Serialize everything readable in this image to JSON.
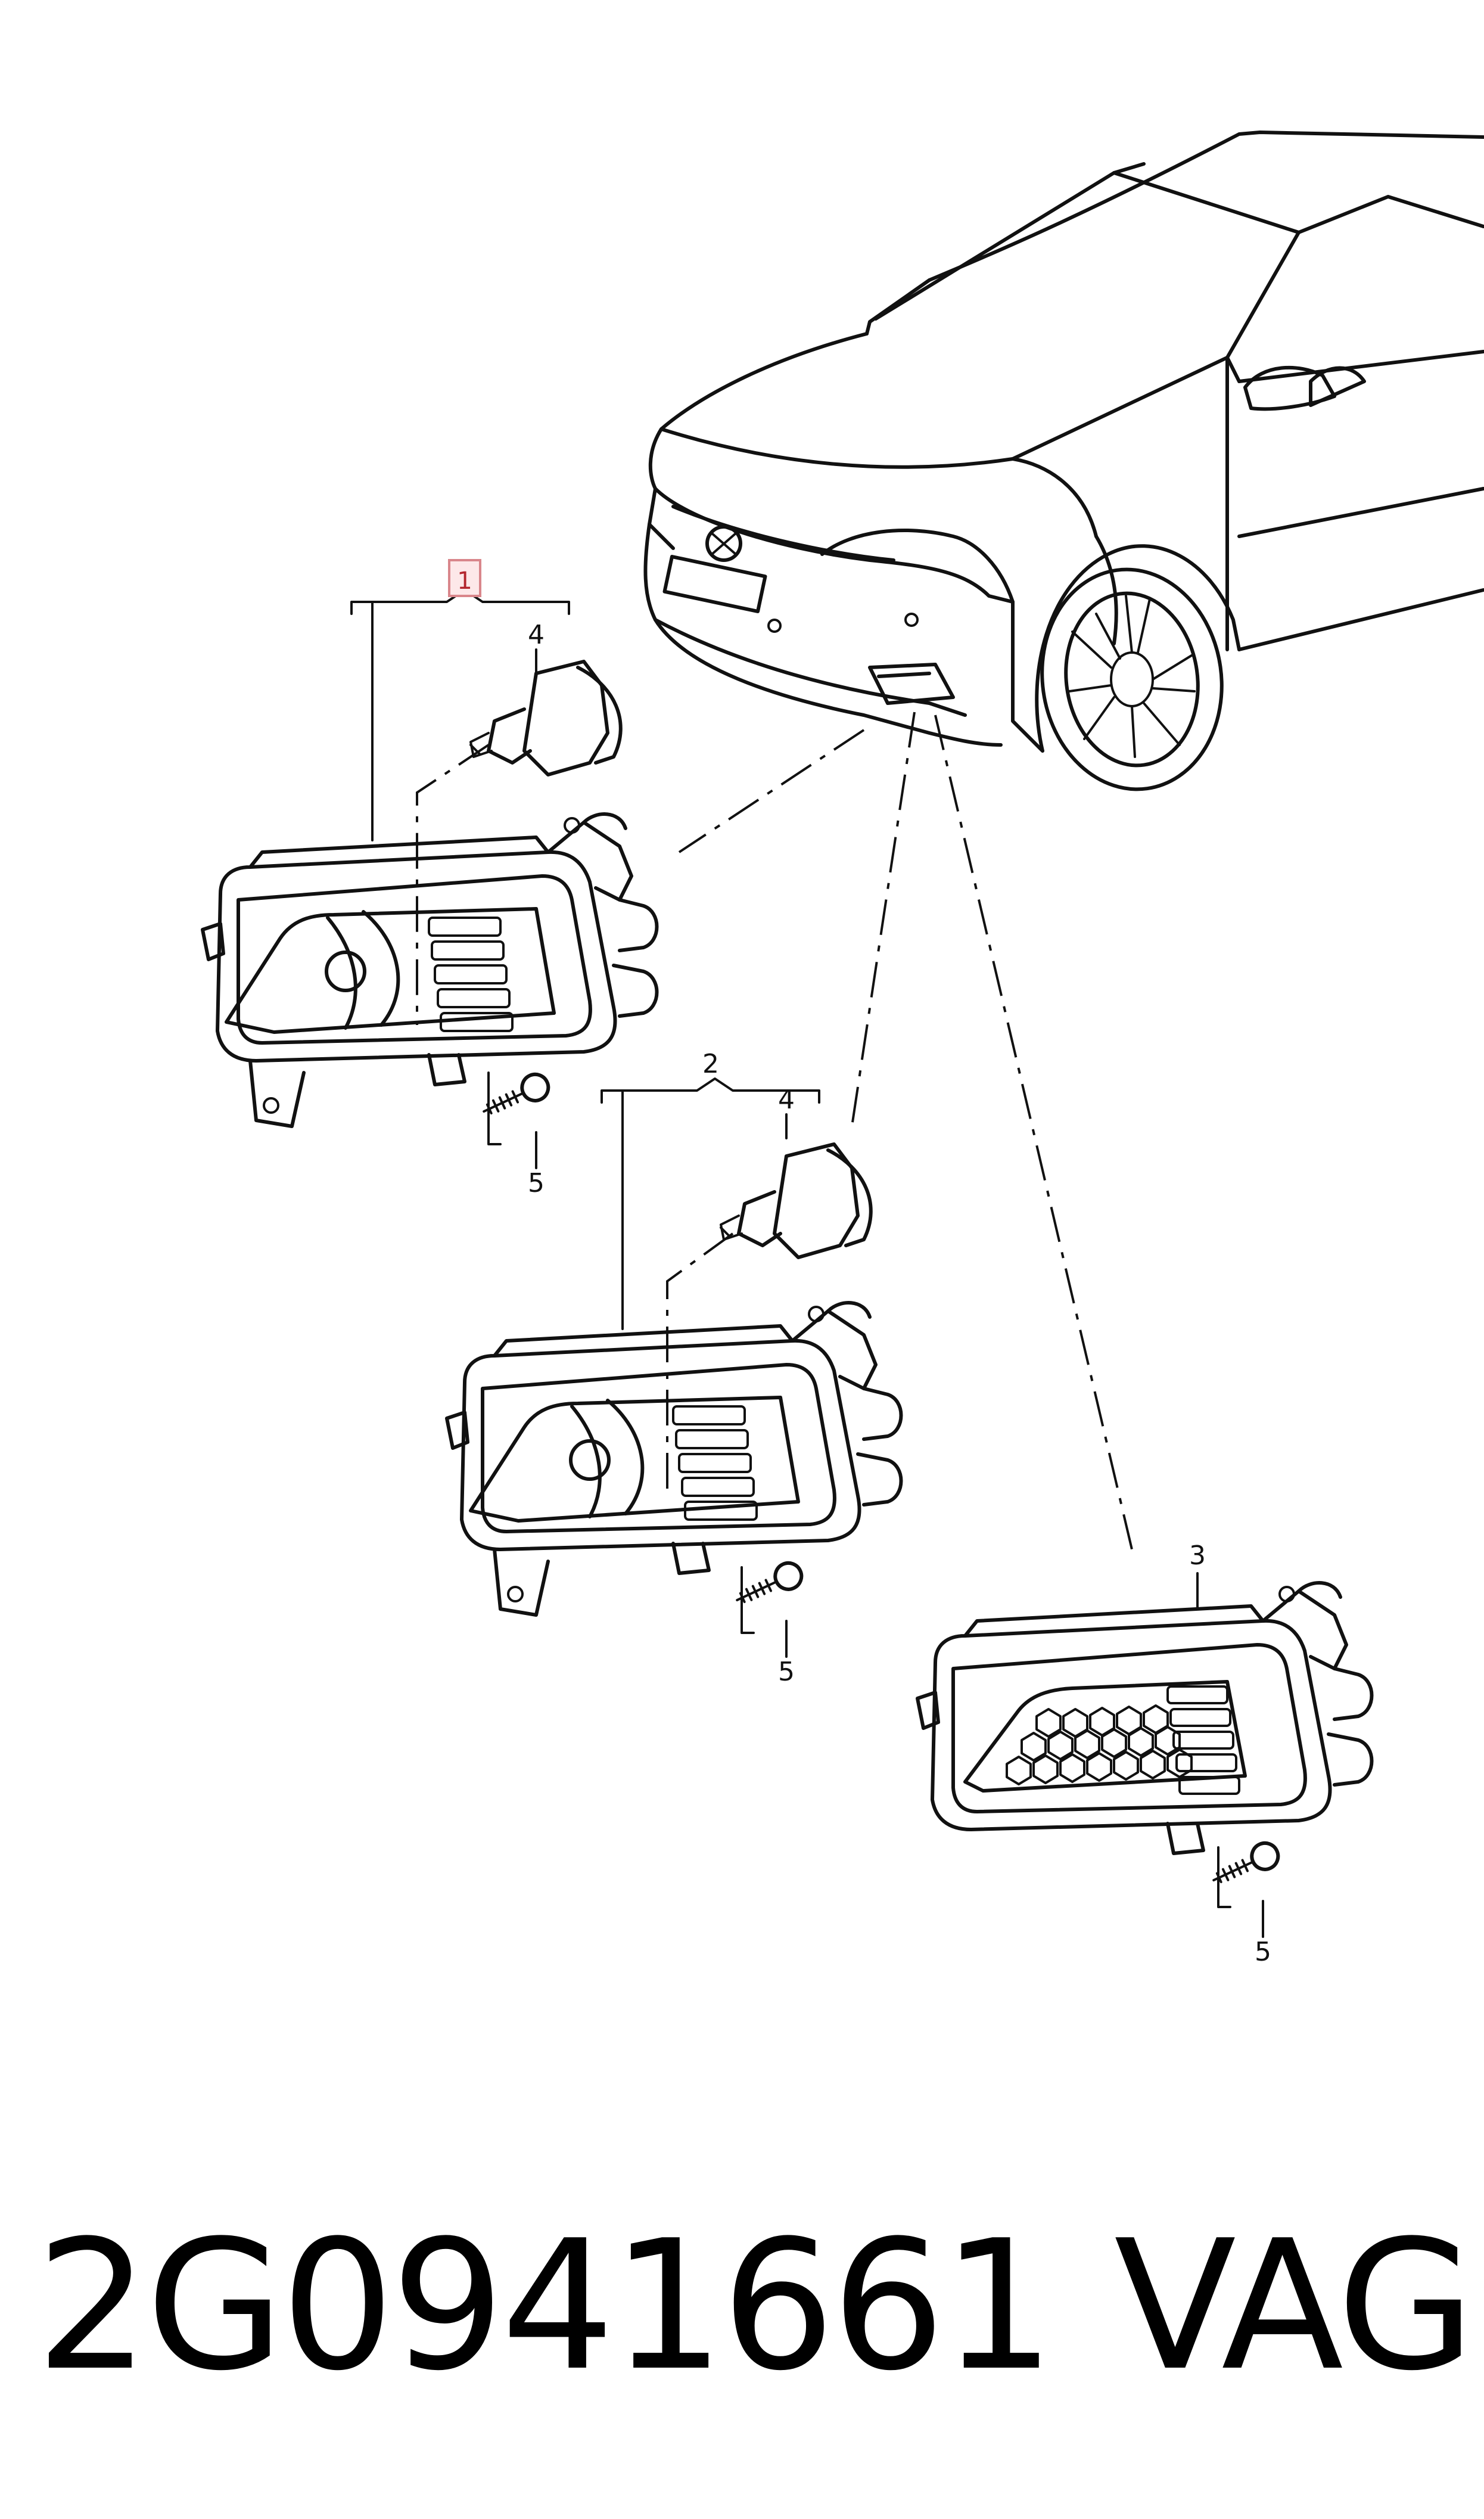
{
  "callouts": {
    "c1": "1",
    "c2": "2",
    "c3": "3",
    "c4a": "4",
    "c4b": "4",
    "c5a": "5",
    "c5b": "5",
    "c5c": "5"
  },
  "footer": {
    "part_number": "2G0941661",
    "brand": "VAG"
  },
  "colors": {
    "line": "#111111",
    "highlight_box": "#d9868b"
  }
}
